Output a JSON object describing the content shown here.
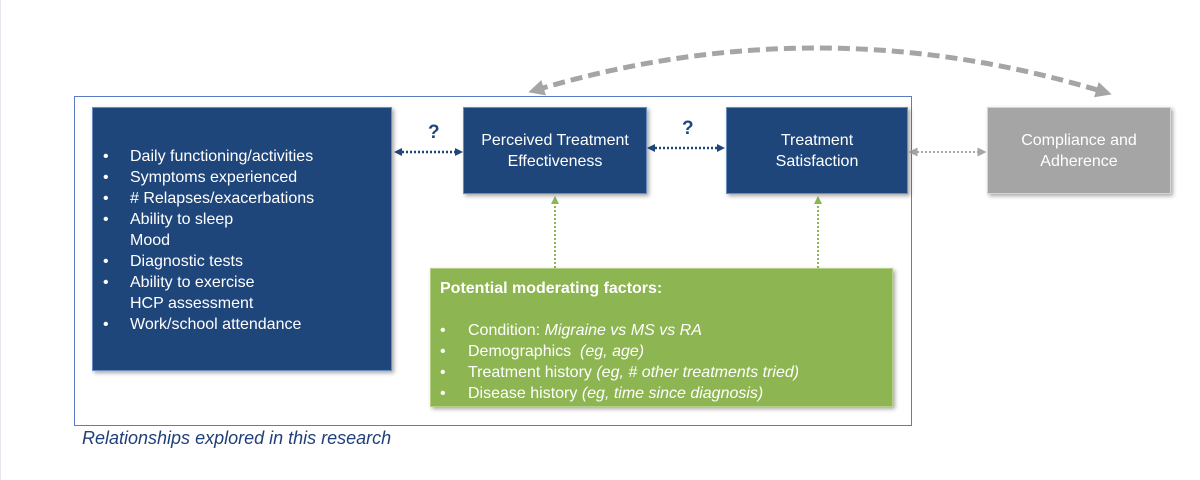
{
  "diagram": {
    "caption": "Relationships explored in this research",
    "outcomes_box": {
      "items": [
        "Daily functioning/activities",
        "Symptoms experienced",
        "# Relapses/exacerbations",
        "Ability to sleep",
        "Mood",
        "Diagnostic tests",
        "Ability to exercise",
        "HCP assessment",
        "Work/school attendance"
      ],
      "bullets": [
        true,
        true,
        true,
        true,
        false,
        true,
        true,
        false,
        true
      ]
    },
    "perceived_effectiveness_box": {
      "label": "Perceived Treatment\nEffectiveness"
    },
    "satisfaction_box": {
      "label": "Treatment\nSatisfaction"
    },
    "compliance_box": {
      "label": "Compliance and\nAdherence"
    },
    "question_marks": [
      "?",
      "?"
    ],
    "moderating_factors": {
      "title": "Potential moderating factors:",
      "items": [
        {
          "label": "Condition: ",
          "note": "Migraine vs MS vs RA"
        },
        {
          "label": "Demographics  ",
          "note": "(eg, age)"
        },
        {
          "label": "Treatment history ",
          "note": "(eg, # other treatments tried)"
        },
        {
          "label": "Disease history ",
          "note": "(eg, time since diagnosis)"
        }
      ]
    },
    "bullet_symbol": "•",
    "colors": {
      "navy_box": "#1f467b",
      "grey_box": "#a5a5a5",
      "green_box": "#8db551",
      "frame_border": "#5b7cc4",
      "caption_text": "#1f3f7a",
      "navy_arrow": "#1f467b",
      "grey_arrow": "#a5a5a5",
      "green_arrow": "#8db551"
    }
  }
}
